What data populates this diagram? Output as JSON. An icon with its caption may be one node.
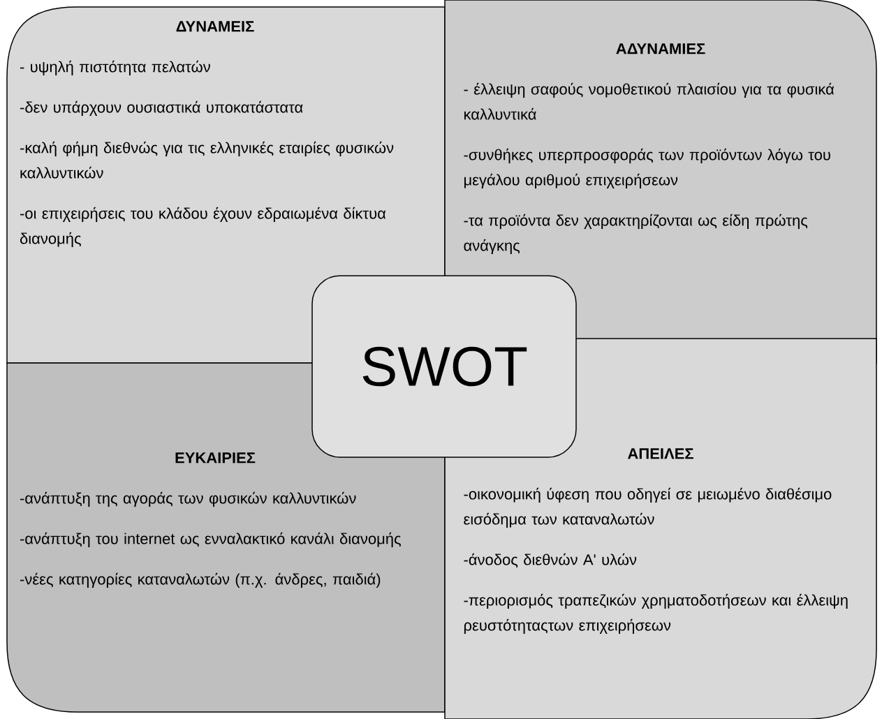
{
  "diagram": {
    "nodes": [
      {
        "text": [
          "ΔΥΝΑΜΕΙΣ",
          "- υψηλή πιστότητα πελατών",
          "-δεν υπάρχουν ουσιαστικά υποκατάστατα",
          "-καλή φήμη διεθνώς για τις ελληνικές εταιρίες φυσικών καλλυντικών",
          "-οι επιχειρήσεις του κλάδου έχουν εδραιωμένα δίκτυα διανομής"
        ]
      },
      {
        "text": [
          "ΑΔΥΝΑΜΙΕΣ",
          "- έλλειψη σαφούς νομοθετικού πλαισίου για τα φυσικά καλλυντικά",
          "-συνθήκες υπερπροσφοράς των προϊόντων λόγω του μεγάλου αριθμού επιχειρήσεων",
          "-τα προϊόντα δεν χαρακτηρίζονται ως είδη πρώτης ανάγκης"
        ]
      },
      {
        "text": [
          "ΕΥΚΑΙΡΙΕΣ",
          "-ανάπτυξη της αγοράς των φυσικών καλλυντικών",
          "-ανάπτυξη του internet ως ενναλακτικό κανάλι διανομής",
          "-νέες κατηγορίες καταναλωτών (π.χ. άνδρες, παιδιά)"
        ]
      },
      {
        "text": [
          "ΑΠΕΙΛΕΣ",
          "-οικονομική ύφεση που οδηγεί σε μειωμένο διαθέσιμο εισόδημα των καταναλωτών",
          "-άνοδος διεθνών Α' υλών",
          "-περιορισμός τραπεζικών χρηματοδοτήσεων και έλλειψη ρευστότηταςτων επιχειρήσεων"
        ]
      },
      {
        "text": [
          "SWOT"
        ]
      }
    ]
  }
}
